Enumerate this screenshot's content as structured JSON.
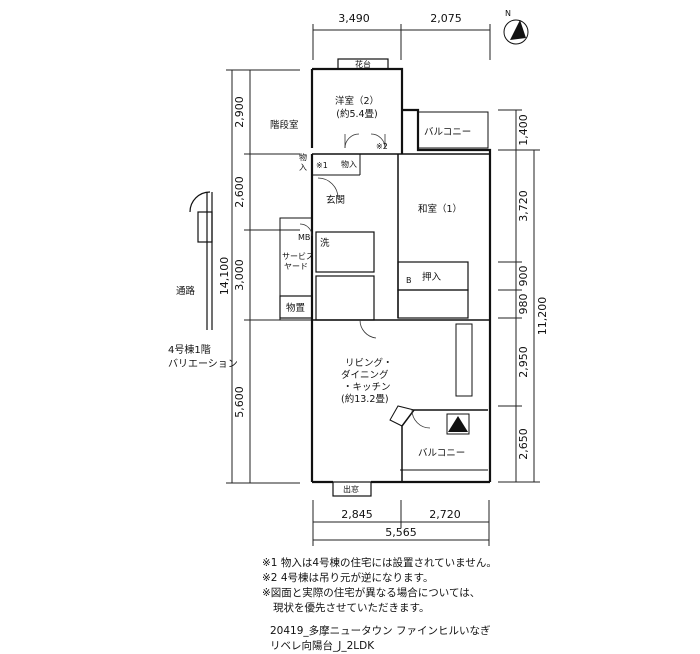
{
  "dimensions": {
    "top": [
      "3,490",
      "2,075"
    ],
    "left": [
      "2,900",
      "2,600",
      "3,000",
      "5,600"
    ],
    "left_total": "14,100",
    "right": [
      "1,400",
      "3,720",
      "900",
      "980",
      "2,950",
      "2,650"
    ],
    "right_total": "11,200",
    "bottom": [
      "2,845",
      "2,720"
    ],
    "bottom_total": "5,565"
  },
  "rooms": {
    "flower_box": "花台",
    "western_room": "洋室（2）",
    "western_room_size": "(約5.4畳)",
    "stair_room": "階段室",
    "balcony_top": "バルコニー",
    "storage_top": "物入",
    "storage_small_a": "物",
    "storage_small_b": "入",
    "note_mark1": "※1",
    "note_mark2": "※2",
    "entrance": "玄関",
    "japanese_room": "和室（1）",
    "mb": "MB",
    "wash": "洗",
    "service_yard_a": "サービス",
    "service_yard_b": "ヤード",
    "closet": "押入",
    "b_mark": "B",
    "shed": "物置",
    "ldk_line1": "リビング・",
    "ldk_line2": "ダイニング",
    "ldk_line3": "・キッチン",
    "ldk_line4": "(約13.2畳)",
    "balcony_bottom": "バルコニー",
    "bay_window": "出窓",
    "corridor": "通路"
  },
  "variation": [
    "4号棟1階",
    "バリエーション"
  ],
  "notes": [
    "※1 物入は4号棟の住宅には設置されていません。",
    "※2 4号棟は吊り元が逆になります。",
    "※図面と実際の住宅が異なる場合については、",
    "現状を優先させていただきます。"
  ],
  "footer": [
    "20419_多摩ニュータウン ファインヒルいなぎ",
    "リベレ向陽台_J_2LDK"
  ],
  "compass": "N"
}
